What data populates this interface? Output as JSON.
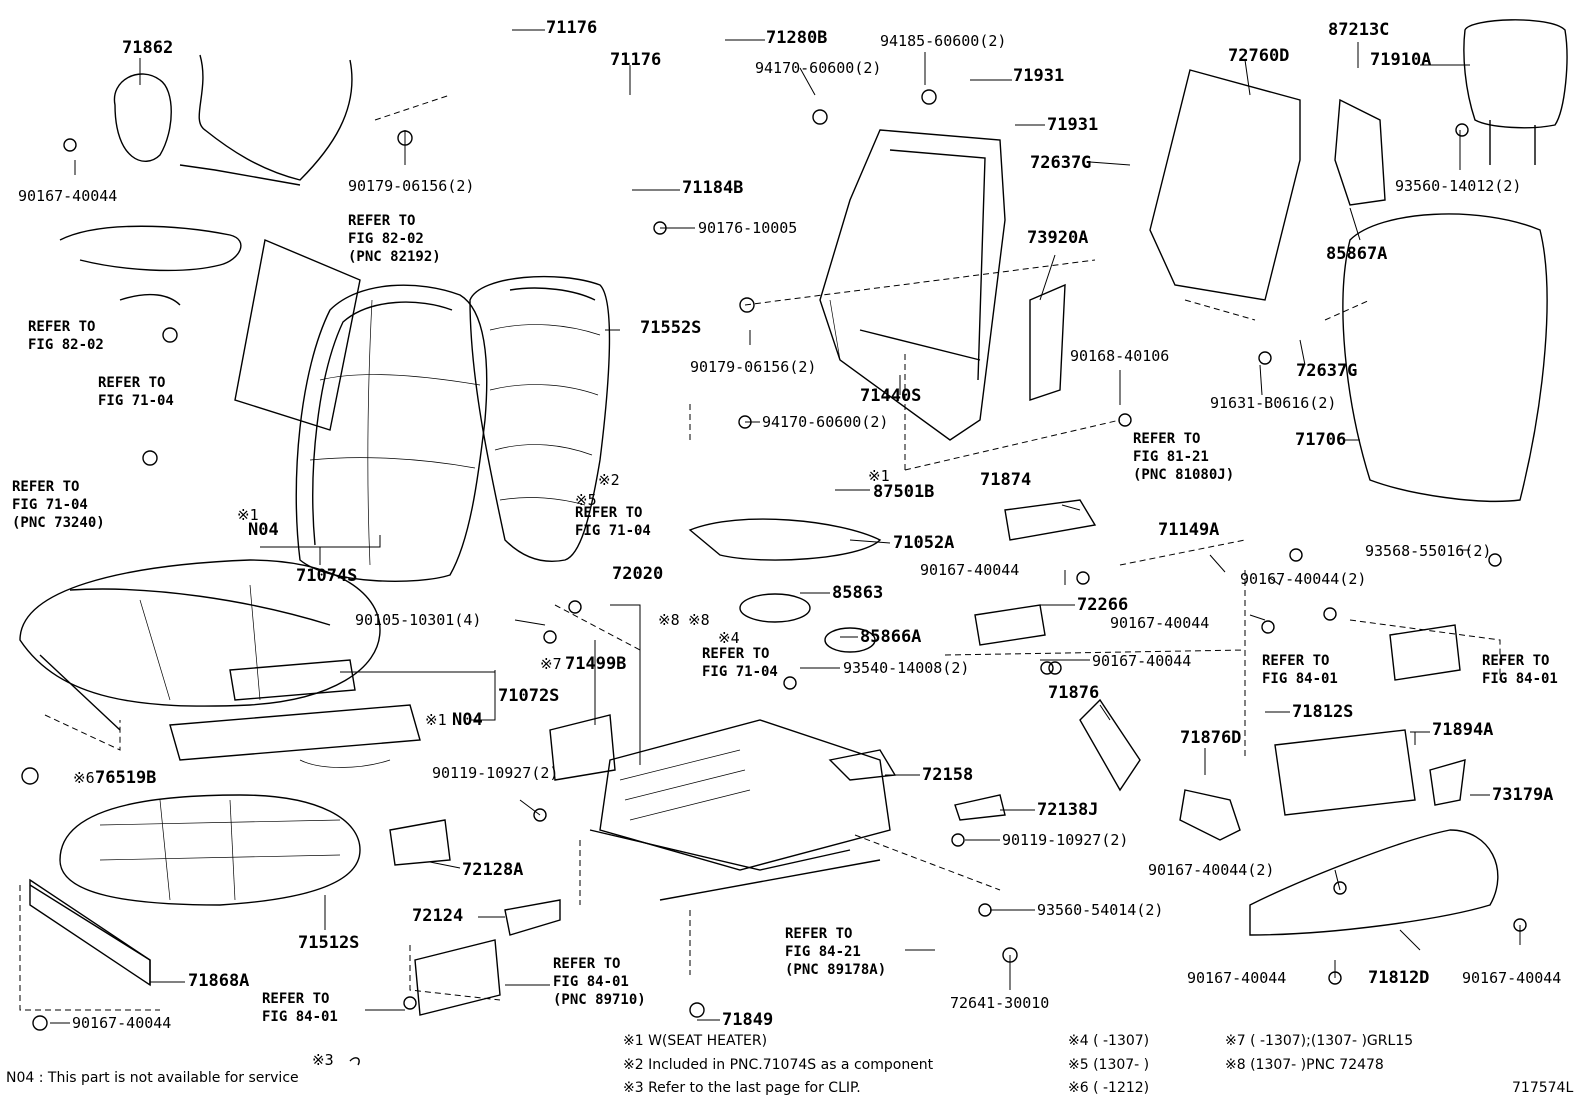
{
  "labels": {
    "p71862": "71862",
    "p90167_a": "90167-40044",
    "p71176_a": "71176",
    "p71176_b": "71176",
    "p71280B": "71280B",
    "p94185": "94185-60600(2)",
    "p94170_a": "94170-60600(2)",
    "p71931_a": "71931",
    "p71931_b": "71931",
    "p72760D": "72760D",
    "p87213C": "87213C",
    "p71910A": "71910A",
    "p90179_a": "90179-06156(2)",
    "p71184B": "71184B",
    "p90176": "90176-10005",
    "p72637G_a": "72637G",
    "p93560_14012": "93560-14012(2)",
    "p85867A": "85867A",
    "p73920A": "73920A",
    "p71552S": "71552S",
    "p90179_b": "90179-06156(2)",
    "p71440S": "71440S",
    "p90168": "90168-40106",
    "p72637G_b": "72637G",
    "p91631": "91631-B0616(2)",
    "p94170_b": "94170-60600(2)",
    "p71706": "71706",
    "p87501B": "87501B",
    "p71874": "71874",
    "p71052A": "71052A",
    "p71074S": "71074S",
    "p72020": "72020",
    "p85863": "85863",
    "p90167_b": "90167-40044",
    "p71149A": "71149A",
    "p93568": "93568-55016(2)",
    "p90167_c": "90167-40044(2)",
    "p90105": "90105-10301(4)",
    "p72266": "72266",
    "p90167_d": "90167-40044",
    "p85866A": "85866A",
    "p71499B": "71499B",
    "p93540": "93540-14008(2)",
    "p90167_e": "90167-40044",
    "p71072S": "71072S",
    "n04_b": "N04",
    "n04_a": "N04",
    "p76519B": "76519B",
    "p71876": "71876",
    "p71876D": "71876D",
    "p71812S": "71812S",
    "p71894A": "71894A",
    "p72158": "72158",
    "p90119_a": "90119-10927(2)",
    "p72138J": "72138J",
    "p73179A": "73179A",
    "p90119_b": "90119-10927(2)",
    "p72128A": "72128A",
    "p90167_f": "90167-40044(2)",
    "p71512S": "71512S",
    "p72124": "72124",
    "p93560_54014": "93560-54014(2)",
    "p71868A": "71868A",
    "p90167_g": "90167-40044",
    "p71849": "71849",
    "p72641": "72641-30010",
    "p90167_h": "90167-40044",
    "p71812D": "71812D",
    "p90167_i": "90167-40044"
  },
  "marks": {
    "m1_a": "※1",
    "m1_b": "※1",
    "m1_c": "※1",
    "m2": "※2",
    "m5": "※5",
    "m7": "※7",
    "m6": "※6",
    "m8_a": "※8",
    "m8_b": "※8",
    "m4": "※4",
    "m3": "※3"
  },
  "refs": {
    "r1": [
      "REFER TO",
      "FIG 82-02",
      "(PNC 82192)"
    ],
    "r2": [
      "REFER TO",
      "FIG 82-02"
    ],
    "r3": [
      "REFER TO",
      "FIG 71-04"
    ],
    "r4": [
      "REFER TO",
      "FIG 71-04",
      "(PNC 73240)"
    ],
    "r5": [
      "REFER TO",
      "FIG 71-04"
    ],
    "r6": [
      "REFER TO",
      "FIG 71-04"
    ],
    "r7": [
      "REFER TO",
      "FIG 81-21",
      "(PNC 81080J)"
    ],
    "r8": [
      "REFER TO",
      "FIG 84-01"
    ],
    "r9": [
      "REFER TO",
      "FIG 84-01"
    ],
    "r10": [
      "REFER TO",
      "FIG 84-21",
      "(PNC 89178A)"
    ],
    "r11": [
      "REFER TO",
      "FIG 84-01",
      "(PNC 89710)"
    ],
    "r12": [
      "REFER TO",
      "FIG 84-01"
    ]
  },
  "footnotes": {
    "f1": "※1  W(SEAT  HEATER)",
    "f2": "※2  Included  in  PNC.71074S  as  a  component",
    "f3": "※3  Refer to the last page for CLIP.",
    "f4": "※4 (      -1307)",
    "f5": "※5 (1307-      )",
    "f6": "※6 (      -1212)",
    "f7": "※7 (      -1307);(1307-      )GRL15",
    "f8": "※8 (1307-      )PNC 72478",
    "n04": "N04 : This part is not available for service",
    "diagram_id": "717574L"
  }
}
